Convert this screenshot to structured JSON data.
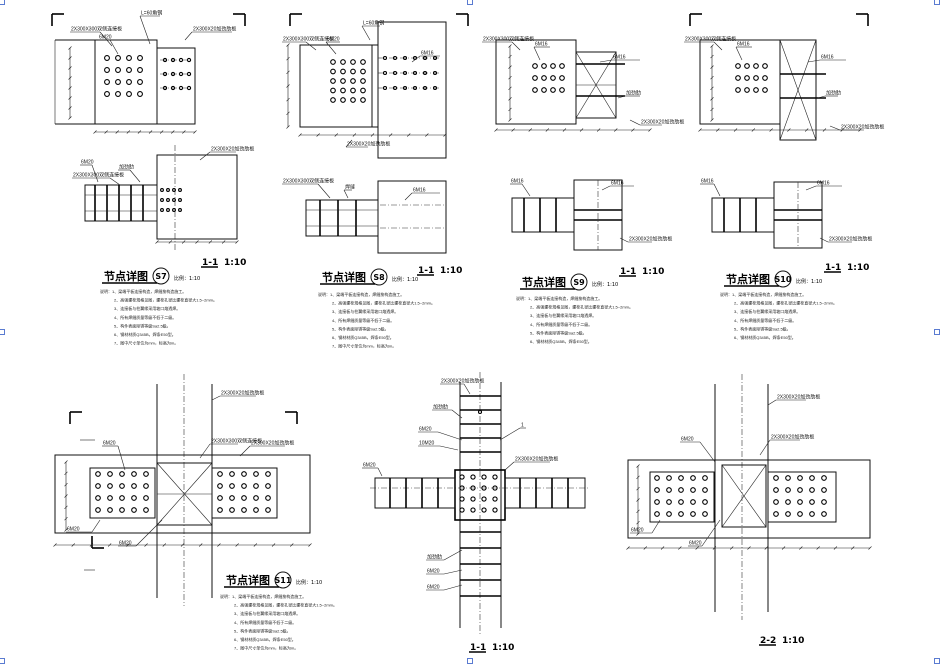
{
  "drawing": {
    "nodes": [
      {
        "id": "S7",
        "title": "节点详图",
        "num": "S7",
        "scale": "比例：1:10",
        "section": "1-1",
        "section_scale": "1:10",
        "notes": [
          "说明：1、梁端平板连接构造，焊缝按构造施工。",
          "2、高强螺栓规格见图，螺栓孔径比螺栓直径大1.5~2mm。",
          "3、连接板与柱翼缘采用坡口熔透焊。",
          "4、所有焊缝质量等级不低于二级。",
          "5、构件表面除锈等级Sa2.5级。",
          "6、钢材材质Q345B，焊条E50型。",
          "7、图中尺寸单位为mm，标高为m。"
        ]
      },
      {
        "id": "S8",
        "title": "节点详图",
        "num": "S8",
        "scale": "比例：1:10",
        "section": "1-1",
        "section_scale": "1:10",
        "notes": [
          "说明：1、梁端平板连接构造，焊缝按构造施工。",
          "2、高强螺栓规格见图，螺栓孔径比螺栓直径大1.5~2mm。",
          "3、连接板与柱翼缘采用坡口熔透焊。",
          "4、所有焊缝质量等级不低于二级。",
          "5、构件表面除锈等级Sa2.5级。",
          "6、钢材材质Q345B，焊条E50型。",
          "7、图中尺寸单位为mm，标高为m。"
        ]
      },
      {
        "id": "S9",
        "title": "节点详图",
        "num": "S9",
        "scale": "比例：1:10",
        "section": "1-1",
        "section_scale": "1:10",
        "notes": [
          "说明：1、梁端平板连接构造，焊缝按构造施工。",
          "2、高强螺栓规格见图，螺栓孔径比螺栓直径大1.5~2mm。",
          "3、连接板与柱翼缘采用坡口熔透焊。",
          "4、所有焊缝质量等级不低于二级。",
          "5、构件表面除锈等级Sa2.5级。",
          "6、钢材材质Q345B，焊条E50型。"
        ]
      },
      {
        "id": "S10",
        "title": "节点详图",
        "num": "S10",
        "scale": "比例：1:10",
        "section": "1-1",
        "section_scale": "1:10",
        "notes": [
          "说明：1、梁端平板连接构造，焊缝按构造施工。",
          "2、高强螺栓规格见图，螺栓孔径比螺栓直径大1.5~2mm。",
          "3、连接板与柱翼缘采用坡口熔透焊。",
          "4、所有焊缝质量等级不低于二级。",
          "5、构件表面除锈等级Sa2.5级。",
          "6、钢材材质Q345B，焊条E50型。"
        ]
      },
      {
        "id": "S11",
        "title": "节点详图",
        "num": "S11",
        "scale": "比例：1:10",
        "notes": [
          "说明：1、梁端平板连接构造，焊缝按构造施工。",
          "2、高强螺栓规格见图，螺栓孔径比螺栓直径大1.5~2mm。",
          "3、连接板与柱翼缘采用坡口熔透焊。",
          "4、所有焊缝质量等级不低于二级。",
          "5、构件表面除锈等级Sa2.5级。",
          "6、钢材材质Q345B，焊条E50型。",
          "7、图中尺寸单位为mm，标高为m。"
        ]
      }
    ],
    "sections": [
      {
        "id": "sec-1-1",
        "label": "1-1",
        "scale": "1:10"
      },
      {
        "id": "sec-2-2",
        "label": "2-2",
        "scale": "1:10"
      }
    ],
    "callouts": {
      "bolt": "6M20",
      "bolt_alt": "6M16",
      "bolt_small": "10M20",
      "plate": "L=60角钢",
      "web_plate": "2X300X300双侧连接板",
      "flange_plate": "2X300X20加劲肋板",
      "stiffener": "加劲肋",
      "weld": "焊缝",
      "section_mark": "1"
    }
  }
}
